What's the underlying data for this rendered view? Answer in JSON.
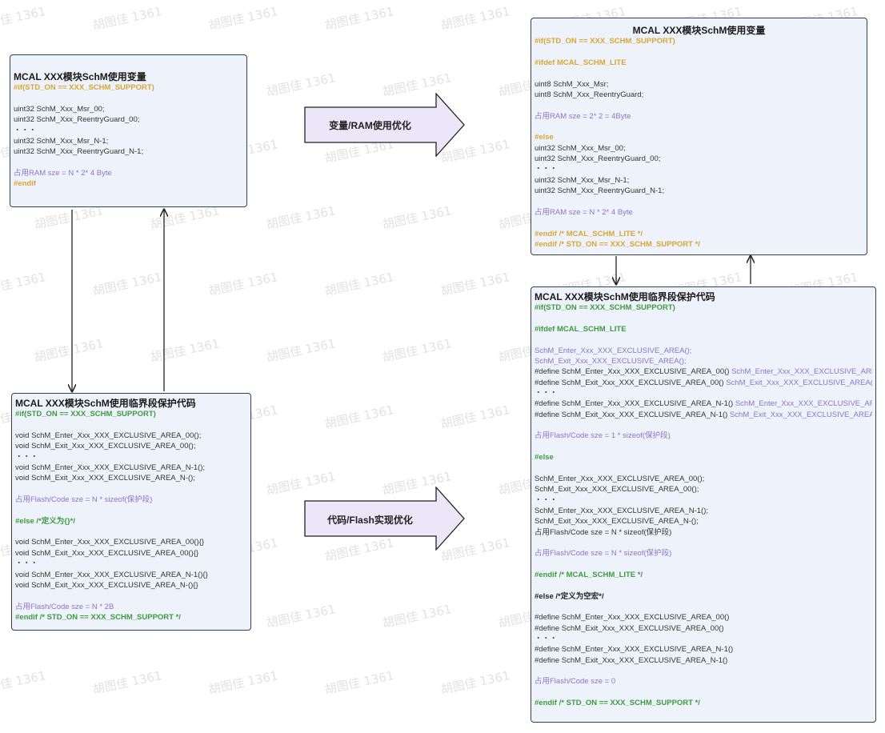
{
  "watermark": "胡图佳 1361",
  "box_a": {
    "title": "MCAL XXX模块SchM使用变量",
    "lines": [
      {
        "t": "#if(STD_ON == XXX_SCHM_SUPPORT)",
        "c": "gold"
      },
      {
        "t": "",
        "c": "black"
      },
      {
        "t": "uint32 SchM_Xxx_Msr_00;",
        "c": "black"
      },
      {
        "t": "uint32 SchM_Xxx_ReentryGuard_00;",
        "c": "black"
      },
      {
        "t": "・・・",
        "c": "black"
      },
      {
        "t": "uint32 SchM_Xxx_Msr_N-1;",
        "c": "black"
      },
      {
        "t": "uint32 SchM_Xxx_ReentryGuard_N-1;",
        "c": "black"
      },
      {
        "t": "",
        "c": "black"
      },
      {
        "t": "占用RAM sze = N * 2* 4 Byte",
        "c": "purple"
      },
      {
        "t": "#endif",
        "c": "gold"
      }
    ]
  },
  "box_b": {
    "title": "MCAL XXX模块SchM使用临界段保护代码",
    "lines": [
      {
        "t": "#if(STD_ON == XXX_SCHM_SUPPORT)",
        "c": "green"
      },
      {
        "t": "",
        "c": "black"
      },
      {
        "t": "void SchM_Enter_Xxx_XXX_EXCLUSIVE_AREA_00();",
        "c": "black"
      },
      {
        "t": "void SchM_Exit_Xxx_XXX_EXCLUSIVE_AREA_00();",
        "c": "black"
      },
      {
        "t": "・・・",
        "c": "black"
      },
      {
        "t": "void SchM_Enter_Xxx_XXX_EXCLUSIVE_AREA_N-1();",
        "c": "black"
      },
      {
        "t": "void SchM_Exit_Xxx_XXX_EXCLUSIVE_AREA_N-();",
        "c": "black"
      },
      {
        "t": "",
        "c": "black"
      },
      {
        "t": "占用Flash/Code sze = N * sizeof(保护段)",
        "c": "purple"
      },
      {
        "t": "",
        "c": "black"
      },
      {
        "t": "#else /*定义为{}*/",
        "c": "green"
      },
      {
        "t": "",
        "c": "black"
      },
      {
        "t": "void SchM_Enter_Xxx_XXX_EXCLUSIVE_AREA_00(){}",
        "c": "black"
      },
      {
        "t": "void SchM_Exit_Xxx_XXX_EXCLUSIVE_AREA_00(){}",
        "c": "black"
      },
      {
        "t": "・・・",
        "c": "black"
      },
      {
        "t": "void SchM_Enter_Xxx_XXX_EXCLUSIVE_AREA_N-1(){}",
        "c": "black"
      },
      {
        "t": "void SchM_Exit_Xxx_XXX_EXCLUSIVE_AREA_N-(){}",
        "c": "black"
      },
      {
        "t": "",
        "c": "black"
      },
      {
        "t": "占用Flash/Code sze = N * 2B",
        "c": "purple"
      },
      {
        "t": "#endif /* STD_ON == XXX_SCHM_SUPPORT */",
        "c": "green"
      }
    ]
  },
  "box_c": {
    "title": "MCAL XXX模块SchM使用变量",
    "lines": [
      {
        "t": "#if(STD_ON == XXX_SCHM_SUPPORT)",
        "c": "gold"
      },
      {
        "t": "",
        "c": "black"
      },
      {
        "t": "#ifdef MCAL_SCHM_LITE",
        "c": "gold"
      },
      {
        "t": "",
        "c": "black"
      },
      {
        "t": "uint8 SchM_Xxx_Msr;",
        "c": "black"
      },
      {
        "t": "uint8 SchM_Xxx_ReentryGuard;",
        "c": "black"
      },
      {
        "t": "",
        "c": "black"
      },
      {
        "t": "占用RAM sze = 2* 2 = 4Byte",
        "c": "purple"
      },
      {
        "t": "",
        "c": "black"
      },
      {
        "t": "#else",
        "c": "gold"
      },
      {
        "t": "uint32 SchM_Xxx_Msr_00;",
        "c": "black"
      },
      {
        "t": "uint32 SchM_Xxx_ReentryGuard_00;",
        "c": "black"
      },
      {
        "t": "・・・",
        "c": "black"
      },
      {
        "t": "uint32 SchM_Xxx_Msr_N-1;",
        "c": "black"
      },
      {
        "t": "uint32 SchM_Xxx_ReentryGuard_N-1;",
        "c": "black"
      },
      {
        "t": "",
        "c": "black"
      },
      {
        "t": "占用RAM sze = N * 2* 4 Byte",
        "c": "purple"
      },
      {
        "t": "",
        "c": "black"
      },
      {
        "t": "#endif /* MCAL_SCHM_LITE */",
        "c": "gold"
      },
      {
        "t": "#endif /* STD_ON == XXX_SCHM_SUPPORT */",
        "c": "gold"
      }
    ]
  },
  "box_d": {
    "title": "MCAL XXX模块SchM使用临界段保护代码",
    "lines": [
      {
        "t": "#if(STD_ON == XXX_SCHM_SUPPORT)",
        "c": "green"
      },
      {
        "t": "",
        "c": "black"
      },
      {
        "t": "#ifdef MCAL_SCHM_LITE",
        "c": "green"
      },
      {
        "t": "",
        "c": "black"
      },
      {
        "t": "SchM_Enter_Xxx_XXX_EXCLUSIVE_AREA();",
        "c": "purple"
      },
      {
        "t": "SchM_Exit_Xxx_XXX_EXCLUSIVE_AREA();",
        "c": "purple"
      },
      {
        "t": "#define SchM_Enter_Xxx_XXX_EXCLUSIVE_AREA_00() ",
        "c": "black",
        "p": "SchM_Enter_Xxx_XXX_EXCLUSIVE_AREA()"
      },
      {
        "t": "#define SchM_Exit_Xxx_XXX_EXCLUSIVE_AREA_00() ",
        "c": "black",
        "p": "SchM_Exit_Xxx_XXX_EXCLUSIVE_AREA()"
      },
      {
        "t": "・・・",
        "c": "black"
      },
      {
        "t": "#define SchM_Enter_Xxx_XXX_EXCLUSIVE_AREA_N-1() ",
        "c": "black",
        "p": "SchM_Enter_Xxx_XXX_EXCLUSIVE_AREA()"
      },
      {
        "t": "#define SchM_Exit_Xxx_XXX_EXCLUSIVE_AREA_N-1() ",
        "c": "black",
        "p": "SchM_Exit_Xxx_XXX_EXCLUSIVE_AREA()"
      },
      {
        "t": "",
        "c": "black"
      },
      {
        "t": "占用Flash/Code sze = 1 * sizeof(保护段)",
        "c": "purple"
      },
      {
        "t": "",
        "c": "black"
      },
      {
        "t": "#else",
        "c": "green"
      },
      {
        "t": "",
        "c": "black"
      },
      {
        "t": "SchM_Enter_Xxx_XXX_EXCLUSIVE_AREA_00();",
        "c": "black"
      },
      {
        "t": "SchM_Exit_Xxx_XXX_EXCLUSIVE_AREA_00();",
        "c": "black"
      },
      {
        "t": "・・・",
        "c": "black"
      },
      {
        "t": "SchM_Enter_Xxx_XXX_EXCLUSIVE_AREA_N-1();",
        "c": "black"
      },
      {
        "t": "SchM_Exit_Xxx_XXX_EXCLUSIVE_AREA_N-();",
        "c": "black"
      },
      {
        "t": "占用Flash/Code sze = N * sizeof(保护段)",
        "c": "black"
      },
      {
        "t": "",
        "c": "black"
      },
      {
        "t": "占用Flash/Code sze = N * sizeof(保护段)",
        "c": "purple"
      },
      {
        "t": "",
        "c": "black"
      },
      {
        "t": "#endif /* MCAL_SCHM_LITE */",
        "c": "green"
      },
      {
        "t": "",
        "c": "black"
      },
      {
        "t": "#else /*定义为空宏*/",
        "c": "blackb"
      },
      {
        "t": "",
        "c": "black"
      },
      {
        "t": "#define SchM_Enter_Xxx_XXX_EXCLUSIVE_AREA_00()",
        "c": "black"
      },
      {
        "t": "#define SchM_Exit_Xxx_XXX_EXCLUSIVE_AREA_00()",
        "c": "black"
      },
      {
        "t": "・・・",
        "c": "black"
      },
      {
        "t": "#define SchM_Enter_Xxx_XXX_EXCLUSIVE_AREA_N-1()",
        "c": "black"
      },
      {
        "t": "#define SchM_Exit_Xxx_XXX_EXCLUSIVE_AREA_N-1()",
        "c": "black"
      },
      {
        "t": "",
        "c": "black"
      },
      {
        "t": "占用Flash/Code sze = 0",
        "c": "purple"
      },
      {
        "t": "",
        "c": "black"
      },
      {
        "t": "#endif /* STD_ON == XXX_SCHM_SUPPORT */",
        "c": "green"
      }
    ]
  },
  "arrow_ram": {
    "label": "变量/RAM使用优化"
  },
  "arrow_flash": {
    "label": "代码/Flash实现优化"
  }
}
